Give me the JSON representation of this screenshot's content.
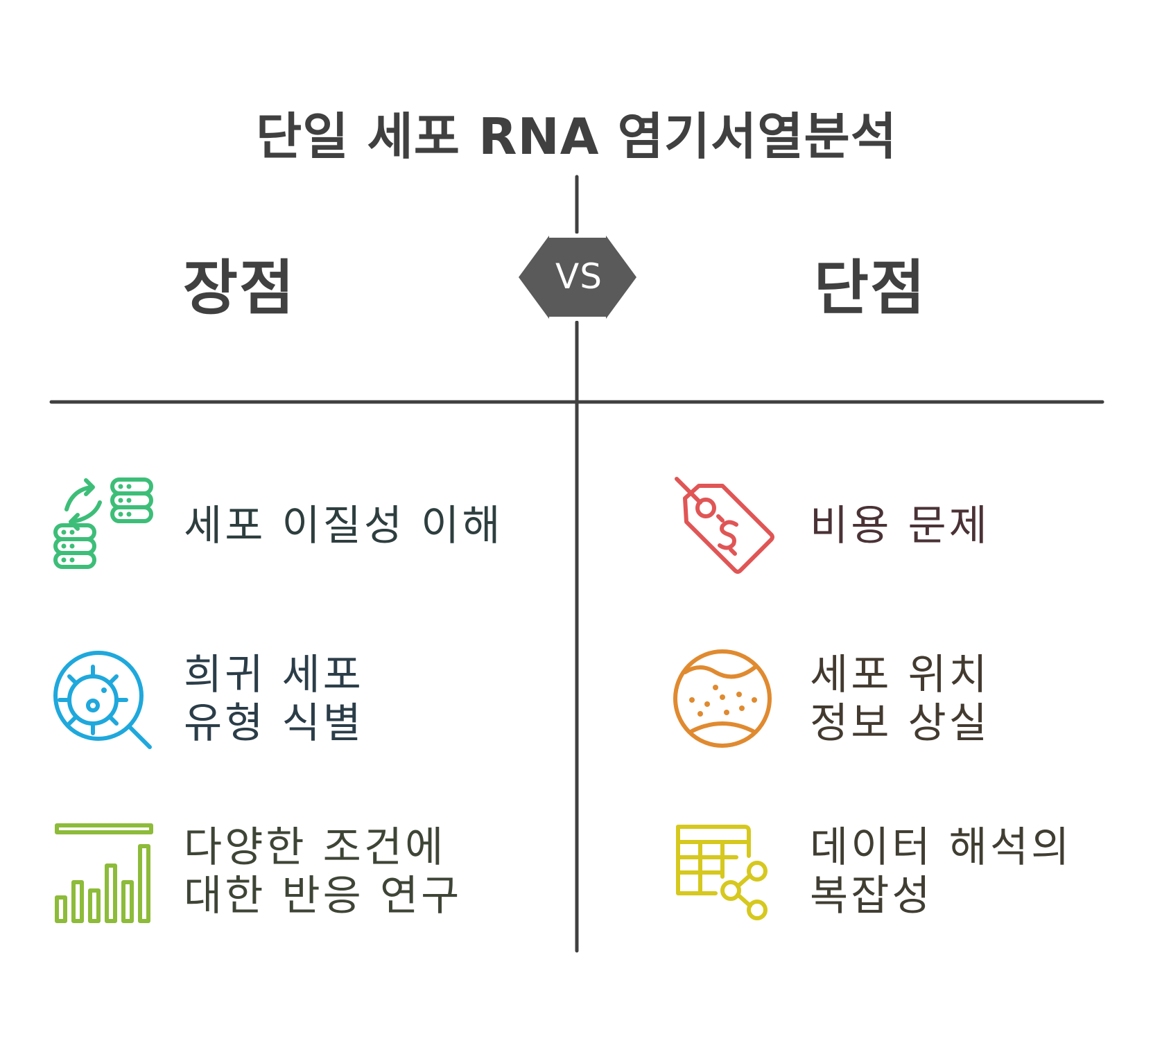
{
  "title": "단일 세포 RNA 염기서열분석",
  "vs_label": "VS",
  "pros": {
    "heading": "장점",
    "items": [
      {
        "lines": [
          "세포 이질성 이해"
        ],
        "icon": "exchange-stack-icon",
        "color": "#3DBE78"
      },
      {
        "lines": [
          "희귀 세포",
          "유형 식별"
        ],
        "icon": "cell-magnifier-icon",
        "color": "#1FA8DC"
      },
      {
        "lines": [
          "다양한 조건에",
          "대한 반응 연구"
        ],
        "icon": "bar-chart-icon",
        "color": "#8DBB3A"
      }
    ]
  },
  "cons": {
    "heading": "단점",
    "items": [
      {
        "lines": [
          "비용 문제"
        ],
        "icon": "price-tag-icon",
        "color": "#E05555"
      },
      {
        "lines": [
          "세포 위치",
          "정보 상실"
        ],
        "icon": "tissue-sphere-icon",
        "color": "#E08A30"
      },
      {
        "lines": [
          "데이터 해석의",
          "복잡성"
        ],
        "icon": "data-table-share-icon",
        "color": "#D6C81E"
      }
    ]
  },
  "text_colors": {
    "pros": [
      "#2E3E3F",
      "#2B3D48",
      "#3E4536"
    ],
    "cons": [
      "#4A3236",
      "#433A30",
      "#403D32"
    ]
  },
  "line_color": "#404040"
}
